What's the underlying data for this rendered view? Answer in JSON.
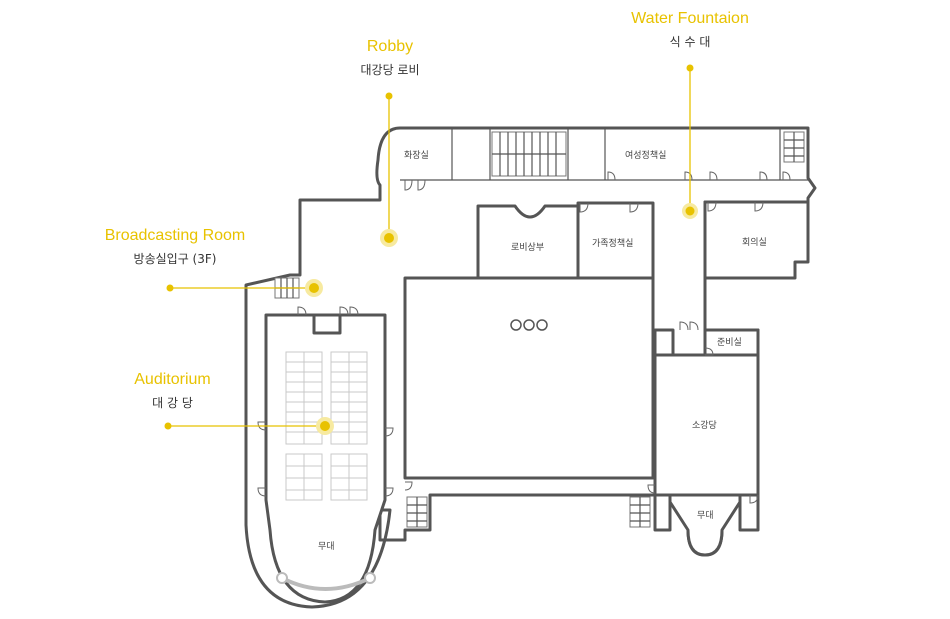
{
  "callouts": {
    "robby": {
      "en": "Robby",
      "ko": "대강당 로비"
    },
    "water": {
      "en": "Water Fountaion",
      "ko": "식 수 대"
    },
    "broadcast": {
      "en": "Broadcasting Room",
      "ko": "방송실입구 (3F)"
    },
    "auditorium": {
      "en": "Auditorium",
      "ko": "대 강 당"
    }
  },
  "rooms": {
    "restroom": "화장실",
    "womens_lounge": "여성정책실",
    "lobby_shop": "로비상부",
    "family_policy": "가족정책실",
    "meeting": "회의실",
    "prep": "준비실",
    "small_hall": "소강당",
    "stage_small": "무대",
    "stage_main": "무대"
  },
  "colors": {
    "accent": "#e8c200",
    "wall": "#555555",
    "text": "#333333"
  }
}
